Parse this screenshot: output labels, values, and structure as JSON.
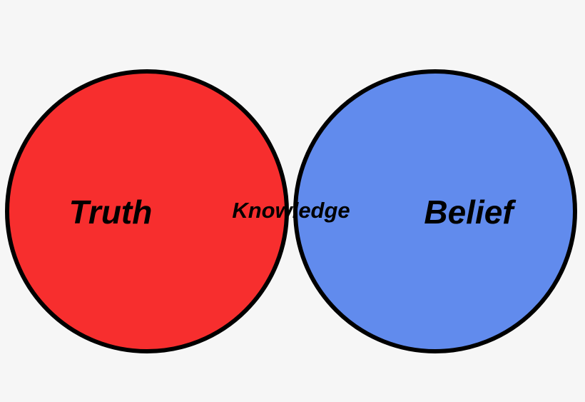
{
  "diagram": {
    "sets": [
      {
        "label": "Truth",
        "color": "#f72e2e"
      },
      {
        "label": "Belief",
        "color": "#618bed"
      }
    ],
    "intersection": {
      "label": "Knowledge",
      "color": "#aa5c8b"
    },
    "outline_color": "#000000",
    "background": "#f6f6f6"
  }
}
